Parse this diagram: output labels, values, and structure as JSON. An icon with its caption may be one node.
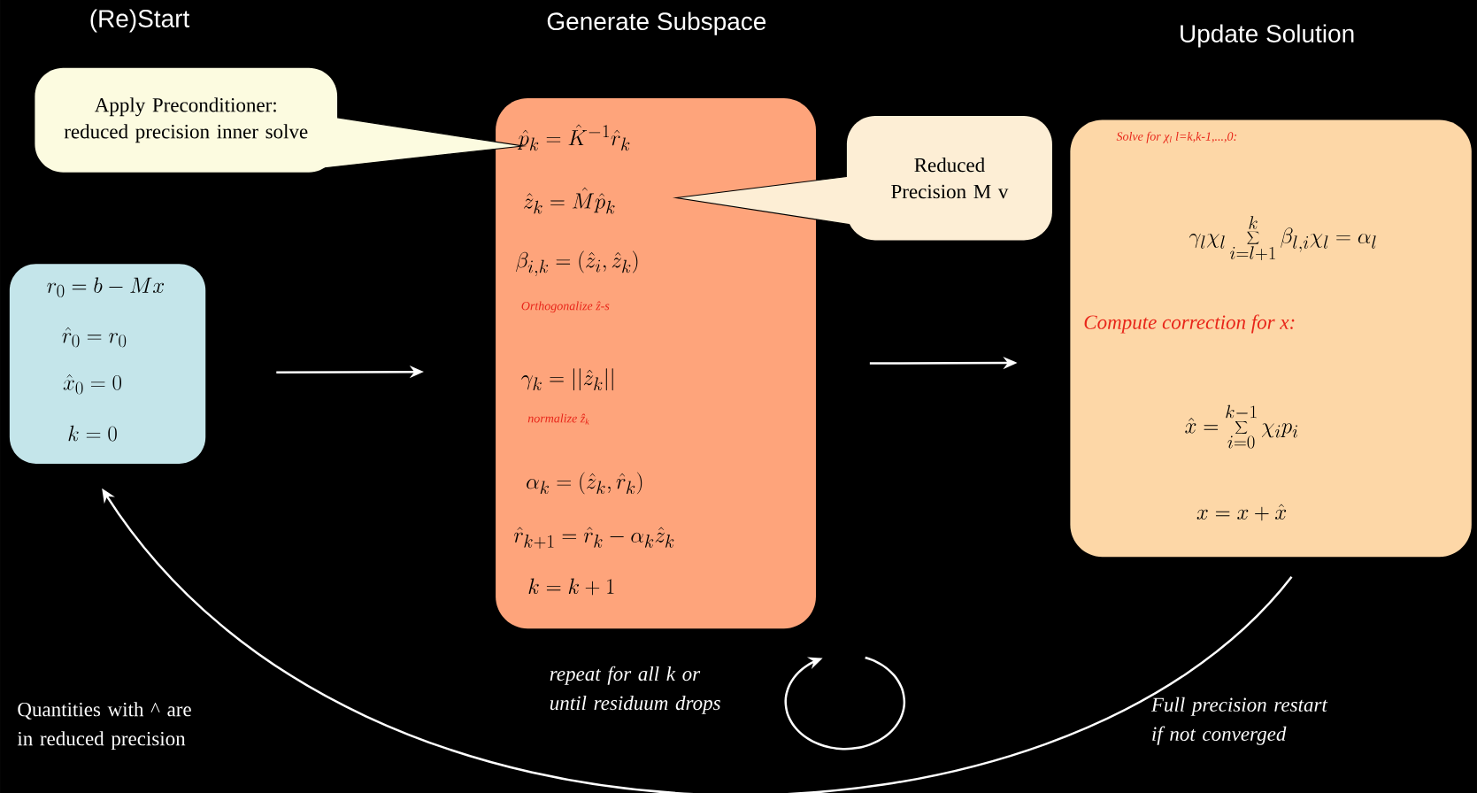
{
  "diagram": {
    "nodes": [
      {
        "text": [
          "r_0 = b - Mx",
          "\\hat{r}_0 = r_0",
          "\\hat{x}_0 = 0",
          "k = 0"
        ]
      },
      {
        "text": [
          "\\hat{p}_k = \\hat{K}^{-1}\\hat{r}_k",
          "\\hat{z}_k = \\hat{M}\\hat{p}_k",
          "\\beta_{i,k} = (\\hat{z}_i, \\hat{z}_k)",
          "Orthogonalize ẑ-s",
          "\\gamma_k = ||\\hat{z}_k||",
          "normalize ẑ$_{k}$",
          "\\alpha_k = (\\hat{z}_k, \\hat{r}_k)",
          "\\hat{r}_{k+1} = \\hat{r}_k - \\alpha_k\\hat{z}_k",
          "k = k + 1"
        ]
      },
      {
        "text": [
          "Solve for χ$_{l}$ l=k,k-1,...,0:",
          "\\gamma_l\\chi_l \\sum_{i=l+1}^{k} \\beta_{l,i}\\chi_l = \\alpha_l",
          "Compute correction for x:",
          "\\hat{x} = \\sum_{i=0}^{k-1} \\chi_i p_i",
          "x = x + \\hat{x}"
        ]
      },
      {
        "text": [
          "Apply Preconditioner: reduced precision inner solve"
        ]
      },
      {
        "text": [
          "Reduced Precision M v"
        ]
      }
    ],
    "edges": [
      {
        "from": 0,
        "to": 1,
        "arrow": "to"
      },
      {
        "from": 1,
        "to": 2,
        "arrow": "to"
      },
      {
        "from": 2,
        "to": 0,
        "arrow": "to",
        "label": "Full precision restart if not converged"
      }
    ],
    "labels": [
      "(Re)Start",
      "Generate Subspace",
      "Update Solution",
      "Quantities with ^ are in reduced precision",
      "repeat for all k or until residuum drops"
    ]
  }
}
